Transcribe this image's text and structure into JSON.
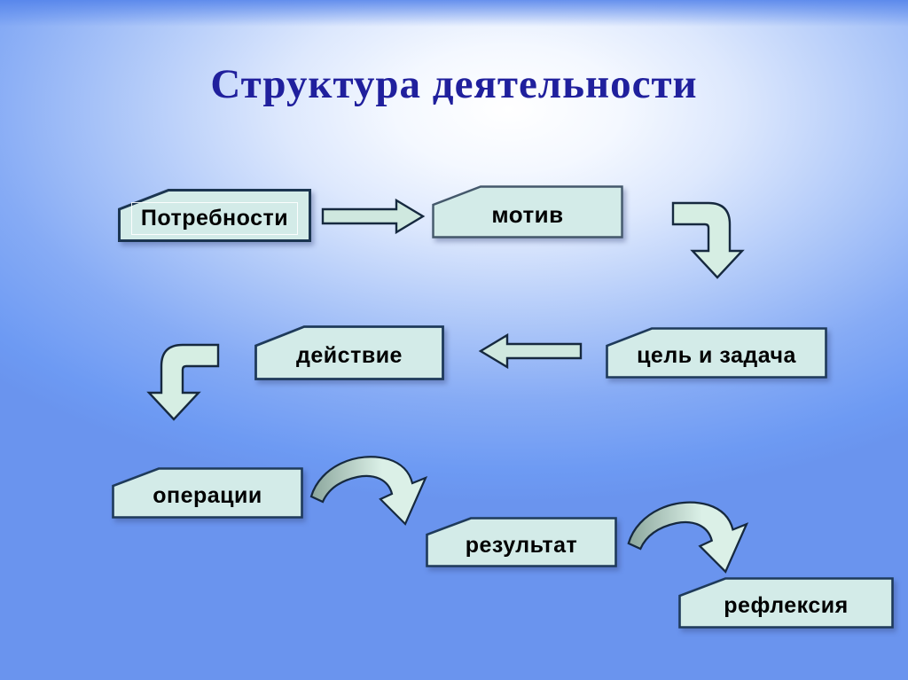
{
  "slide": {
    "title": "Структура деятельности",
    "nodes": [
      {
        "id": "potrebnosti",
        "label": "Потребности"
      },
      {
        "id": "motiv",
        "label": "мотив"
      },
      {
        "id": "tsel",
        "label": "цель и задача"
      },
      {
        "id": "deystvie",
        "label": "действие"
      },
      {
        "id": "operatsii",
        "label": "операции"
      },
      {
        "id": "rezultat",
        "label": "результат"
      },
      {
        "id": "refleksiya",
        "label": "рефлексия"
      }
    ],
    "connectors": [
      {
        "name": "block-arrow-right-icon",
        "from": "Потребности",
        "to": "мотив"
      },
      {
        "name": "bent-arrow-down-right-icon",
        "from": "мотив",
        "to": "цель и задача"
      },
      {
        "name": "block-arrow-left-icon",
        "from": "цель и задача",
        "to": "действие"
      },
      {
        "name": "bent-arrow-down-left-icon",
        "from": "действие",
        "to": "операции"
      },
      {
        "name": "curved-arch-arrow-icon",
        "from": "операции",
        "to": "результат"
      },
      {
        "name": "curved-arch-arrow-icon",
        "from": "результат",
        "to": "рефлексия"
      }
    ],
    "colors": {
      "background_blue": "#6d9af3",
      "glow_white": "#ffffff",
      "title_navy": "#20209d",
      "box_fill": "#d3ebe8",
      "box_border": "#1b3550",
      "arrow_fill": "#cfe8df",
      "arrow_border": "#16293f",
      "curve_dark": "#8ba69c",
      "curve_light": "#dbf0e7",
      "label_black": "#000000"
    }
  }
}
